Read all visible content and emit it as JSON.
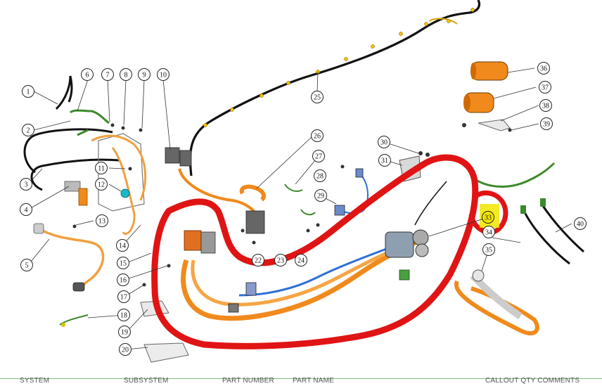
{
  "diagram": {
    "callouts": [
      "1",
      "2",
      "3",
      "4",
      "5",
      "6",
      "7",
      "8",
      "9",
      "10",
      "11",
      "12",
      "13",
      "14",
      "15",
      "16",
      "17",
      "18",
      "19",
      "20",
      "22",
      "23",
      "24",
      "25",
      "26",
      "27",
      "28",
      "29",
      "30",
      "31",
      "33",
      "34",
      "35",
      "36",
      "37",
      "38",
      "39",
      "40"
    ],
    "colors": {
      "hv_cable": "#f08a1c",
      "lv_harness_blue": "#2f6fd6",
      "ground_green": "#3c8a2a",
      "black_cable": "#111111",
      "highlight_red": "#e01414",
      "highlight_yellow": "#f3e600"
    }
  },
  "table_header": {
    "system": "SYSTEM",
    "subsystem": "SUBSYSTEM",
    "part_number": "PART NUMBER",
    "part_name": "PART NAME",
    "callout_qty_comments": "CALLOUT QTY COMMENTS"
  }
}
